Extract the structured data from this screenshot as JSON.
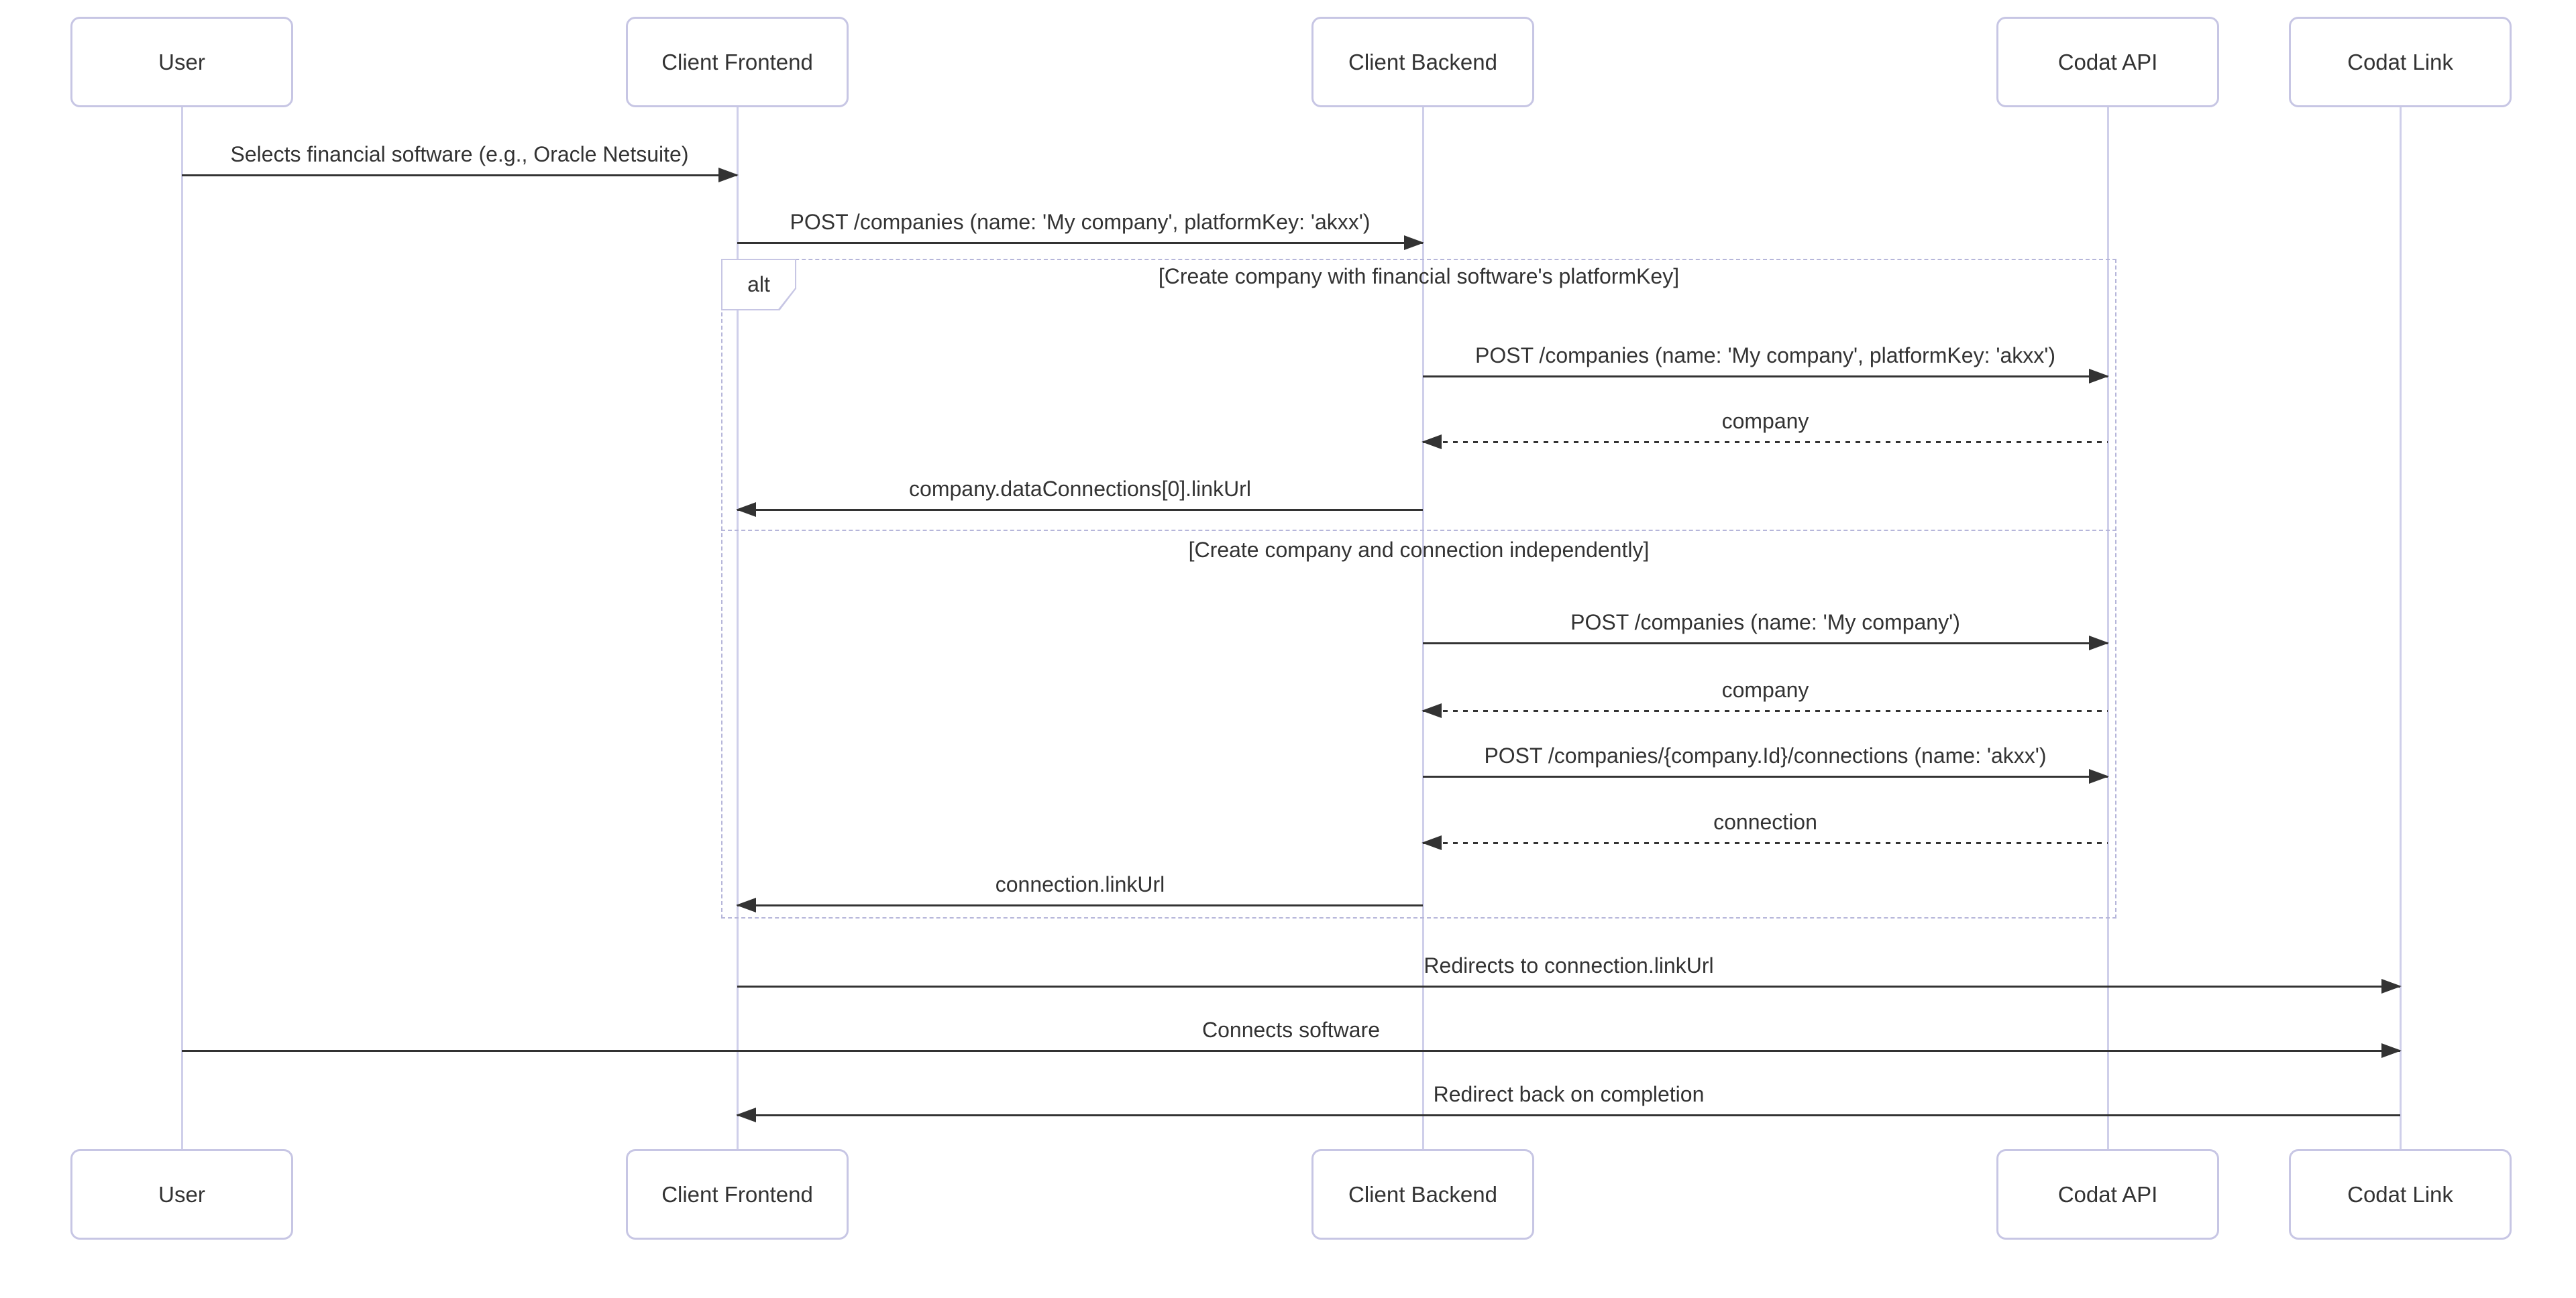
{
  "diagram": {
    "type": "sequence-diagram",
    "colors": {
      "background": "#ffffff",
      "actor_border": "#c7c6e4",
      "lifeline": "#cfcfea",
      "frame_border": "#b6b6da",
      "arrow": "#333333",
      "text": "#333333"
    },
    "actors": [
      {
        "id": "user",
        "label": "User"
      },
      {
        "id": "client-frontend",
        "label": "Client Frontend"
      },
      {
        "id": "client-backend",
        "label": "Client Backend"
      },
      {
        "id": "codat-api",
        "label": "Codat API"
      },
      {
        "id": "codat-link",
        "label": "Codat Link"
      }
    ],
    "messages": [
      {
        "from": "User",
        "to": "Client Frontend",
        "line": "solid",
        "text": "Selects financial software (e.g., Oracle Netsuite)"
      },
      {
        "from": "Client Frontend",
        "to": "Client Backend",
        "line": "solid",
        "text": "POST /companies (name: 'My company', platformKey: 'akxx')"
      },
      {
        "from": "Client Backend",
        "to": "Codat API",
        "line": "solid",
        "text": "POST /companies (name: 'My company', platformKey: 'akxx')"
      },
      {
        "from": "Codat API",
        "to": "Client Backend",
        "line": "dashed",
        "text": "company"
      },
      {
        "from": "Client Backend",
        "to": "Client Frontend",
        "line": "solid",
        "text": "company.dataConnections[0].linkUrl"
      },
      {
        "from": "Client Backend",
        "to": "Codat API",
        "line": "solid",
        "text": "POST /companies (name: 'My company')"
      },
      {
        "from": "Codat API",
        "to": "Client Backend",
        "line": "dashed",
        "text": "company"
      },
      {
        "from": "Client Backend",
        "to": "Codat API",
        "line": "solid",
        "text": "POST /companies/{company.Id}/connections (name: 'akxx')"
      },
      {
        "from": "Codat API",
        "to": "Client Backend",
        "line": "dashed",
        "text": "connection"
      },
      {
        "from": "Client Backend",
        "to": "Client Frontend",
        "line": "solid",
        "text": "connection.linkUrl"
      },
      {
        "from": "Client Frontend",
        "to": "Codat Link",
        "line": "solid",
        "text": "Redirects to connection.linkUrl"
      },
      {
        "from": "User",
        "to": "Codat Link",
        "line": "solid",
        "text": "Connects software"
      },
      {
        "from": "Codat Link",
        "to": "Client Frontend",
        "line": "solid",
        "text": "Redirect back on completion"
      }
    ],
    "alt_frame": {
      "label": "alt",
      "branches": [
        {
          "condition": "[Create company with financial software's platformKey]"
        },
        {
          "condition": "[Create company and connection independently]"
        }
      ]
    }
  }
}
